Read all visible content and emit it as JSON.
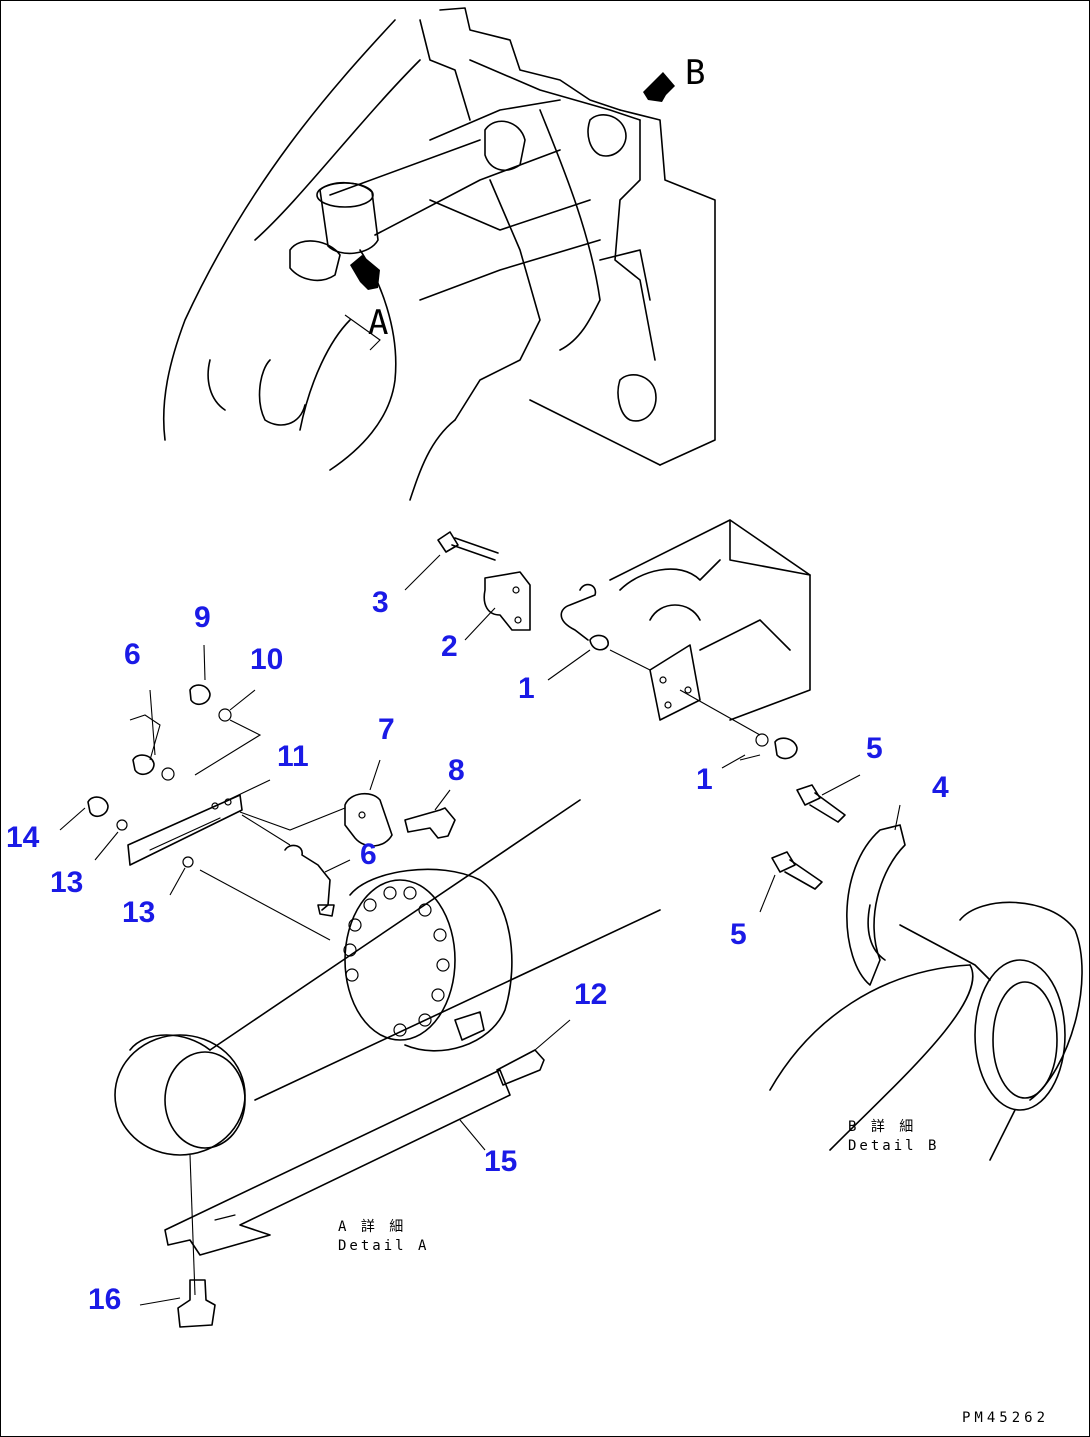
{
  "view_labels": {
    "a": "A",
    "b": "B"
  },
  "callouts": [
    {
      "id": "c1a",
      "text": "1"
    },
    {
      "id": "c1b",
      "text": "1"
    },
    {
      "id": "c2",
      "text": "2"
    },
    {
      "id": "c3",
      "text": "3"
    },
    {
      "id": "c4",
      "text": "4"
    },
    {
      "id": "c5a",
      "text": "5"
    },
    {
      "id": "c5b",
      "text": "5"
    },
    {
      "id": "c6a",
      "text": "6"
    },
    {
      "id": "c6b",
      "text": "6"
    },
    {
      "id": "c7",
      "text": "7"
    },
    {
      "id": "c8",
      "text": "8"
    },
    {
      "id": "c9",
      "text": "9"
    },
    {
      "id": "c10",
      "text": "10"
    },
    {
      "id": "c11",
      "text": "11"
    },
    {
      "id": "c12",
      "text": "12"
    },
    {
      "id": "c13a",
      "text": "13"
    },
    {
      "id": "c13b",
      "text": "13"
    },
    {
      "id": "c14",
      "text": "14"
    },
    {
      "id": "c15",
      "text": "15"
    },
    {
      "id": "c16",
      "text": "16"
    }
  ],
  "details": {
    "a": {
      "jp": "A 詳 細",
      "en": "Detail A"
    },
    "b": {
      "jp": "B 詳 細",
      "en": "Detail B"
    }
  },
  "figure_code": "PM45262",
  "colors": {
    "callout": "#1a1ae6",
    "line": "#000000",
    "background": "#ffffff"
  }
}
